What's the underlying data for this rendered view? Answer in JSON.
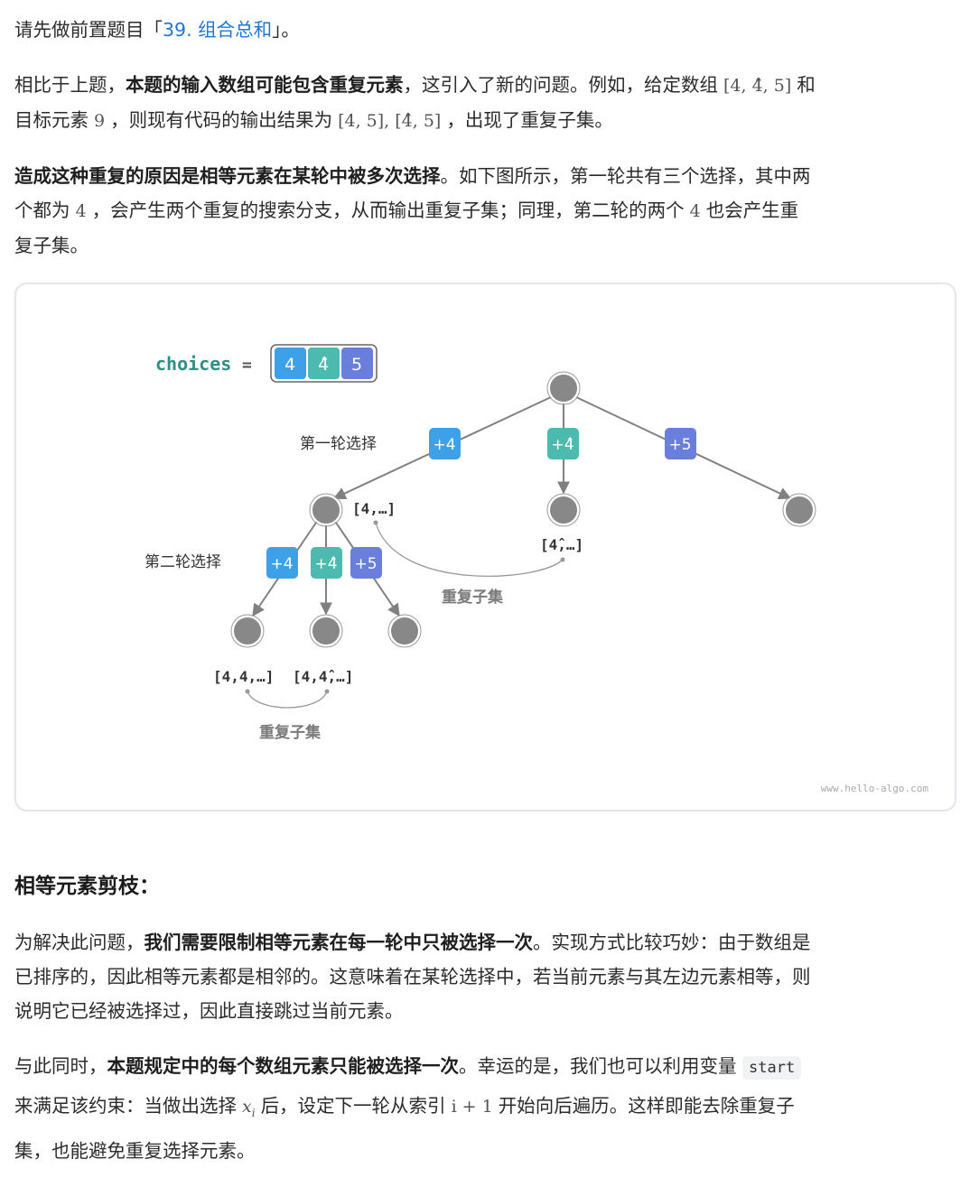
{
  "intro": {
    "prefix": "请先做前置题目「",
    "link": "39. 组合总和",
    "suffix": "」。"
  },
  "para1": {
    "a": "相比于上题，",
    "b_bold": "本题的输入数组可能包含重复元素",
    "c": "，这引入了新的问题。例如，给定数组",
    "arr": "[4, 4̂, 5]",
    "d": "和",
    "e": "目标元素",
    "target": "9",
    "f": "，则现有代码的输出结果为",
    "result": "[4, 5], [4̂, 5]",
    "g": "，出现了重复子集。"
  },
  "para2": {
    "bold": "造成这种重复的原因是相等元素在某轮中被多次选择",
    "a": "。如下图所示，第一轮共有三个选择，其中两",
    "b": "个都为",
    "four": "4",
    "c": "，会产生两个重复的搜索分支，从而输出重复子集；同理，第二轮的两个",
    "four2": "4",
    "d": "也会产生重",
    "e": "复子集。"
  },
  "figure": {
    "choices_label": "choices",
    "equals": "=",
    "choices": [
      "4",
      "4̂",
      "5"
    ],
    "round1_label": "第一轮选择",
    "round2_label": "第二轮选择",
    "round1_edges": [
      "+4",
      "+4̂",
      "+5"
    ],
    "round2_edges": [
      "+4",
      "+4̂",
      "+5"
    ],
    "label_4": "[4,…]",
    "label_4hat": "[4̂,…]",
    "label_44": "[4,4,…]",
    "label_44hat": "[4,4̂,…]",
    "dup1": "重复子集",
    "dup2": "重复子集",
    "watermark": "www.hello-algo.com",
    "colors": {
      "blue": "#3ea1e8",
      "teal": "#4dbab0",
      "purple": "#6a7fdc",
      "node": "#888888",
      "edge": "#808080",
      "dup_text": "#7a7a7a",
      "choices_text": "#2f8f85"
    }
  },
  "section_title": "相等元素剪枝：",
  "para3": {
    "a": "为解决此问题，",
    "bold": "我们需要限制相等元素在每一轮中只被选择一次",
    "b": "。实现方式比较巧妙：由于数组是",
    "c": "已排序的，因此相等元素都是相邻的。这意味着在某轮选择中，若当前元素与其左边元素相等，则",
    "d": "说明它已经被选择过，因此直接跳过当前元素。"
  },
  "para4": {
    "a": "与此同时，",
    "bold": "本题规定中的每个数组元素只能被选择一次",
    "b": "。幸运的是，我们也可以利用变量",
    "code": "start",
    "c": "来满足该约束：当做出选择",
    "xi": "x",
    "xi_sub": "i",
    "d": "后，设定下一轮从索引",
    "idx": "i + 1",
    "e": "开始向后遍历。这样即能去除重复子",
    "f": "集，也能避免重复选择元素。"
  }
}
